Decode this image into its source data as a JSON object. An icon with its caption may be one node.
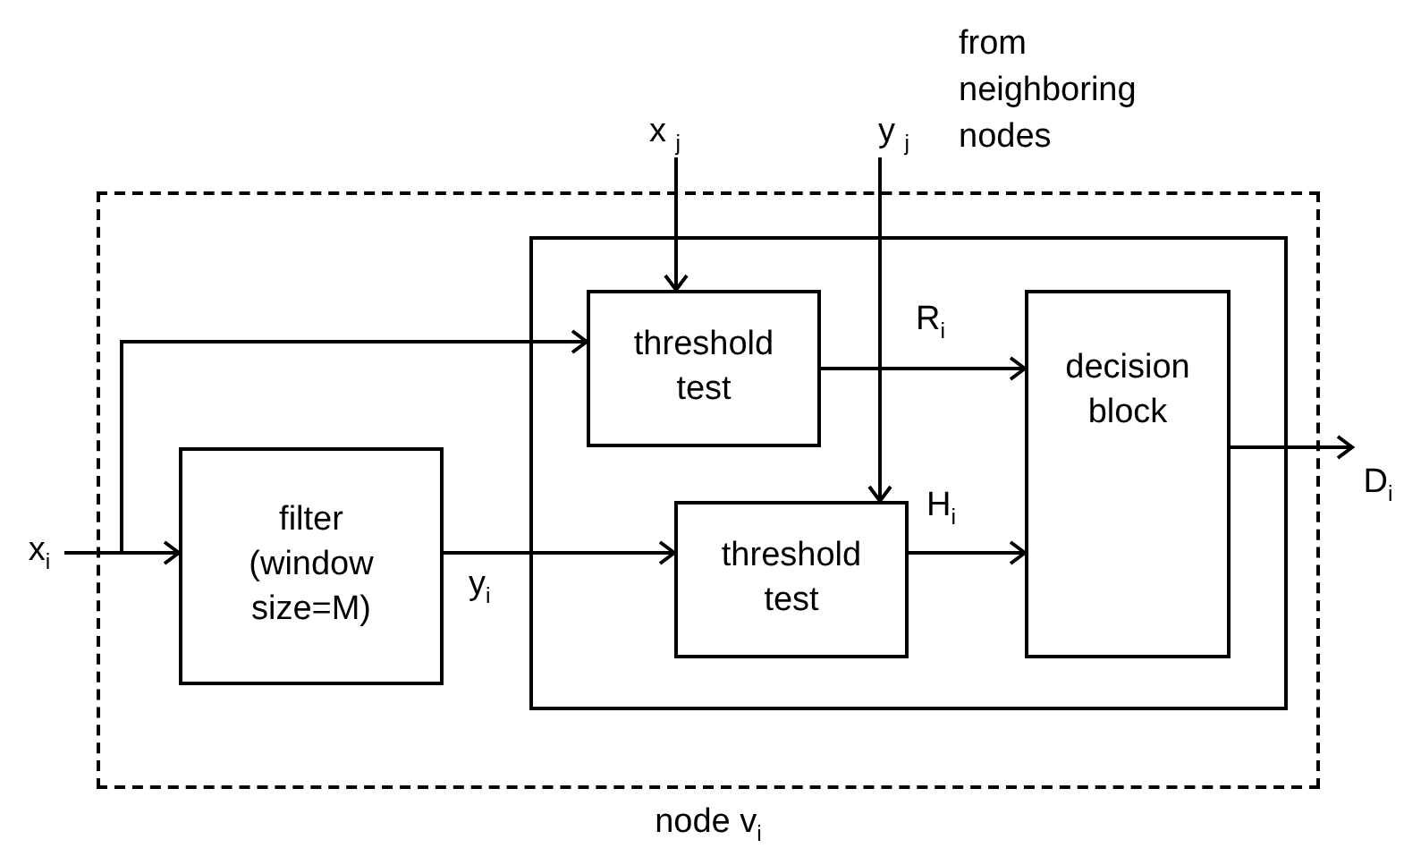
{
  "diagram": {
    "nodes": [
      {
        "text": [],
        "shape": "box",
        "beside": [
          "node v$_{i}$"
        ]
      },
      {
        "text": [],
        "shape": "box",
        "in": 0
      },
      {
        "text": [
          "filter (window size=M)"
        ],
        "in": 0
      },
      {
        "text": [
          "threshold test"
        ],
        "in": 1
      },
      {
        "text": [
          "threshold test"
        ],
        "in": 1
      },
      {
        "text": [
          "decision block"
        ],
        "in": 1
      },
      {
        "text": [
          "x$_{i}$"
        ]
      },
      {
        "text": [
          "x $_{j}$"
        ]
      },
      {
        "text": [
          "y $_{j}$"
        ]
      },
      {
        "text": [
          "D$_{i}$"
        ]
      }
    ],
    "edges": [
      {
        "from": 6,
        "to": 2,
        "arrow": "to"
      },
      {
        "from": 6,
        "to": 3,
        "arrow": "to"
      },
      {
        "from": 7,
        "to": 3,
        "arrow": "to"
      },
      {
        "from": 8,
        "to": 4,
        "arrow": "to"
      },
      {
        "from": 2,
        "to": 4,
        "arrow": "to",
        "label": "y$_{i}$"
      },
      {
        "from": 3,
        "to": 5,
        "arrow": "to",
        "label": "R$_{i}$"
      },
      {
        "from": 4,
        "to": 5,
        "arrow": "to",
        "label": "H$_{i}$"
      },
      {
        "from": 5,
        "to": 9,
        "arrow": "to"
      }
    ],
    "labels": [
      "from neighboring nodes"
    ]
  }
}
